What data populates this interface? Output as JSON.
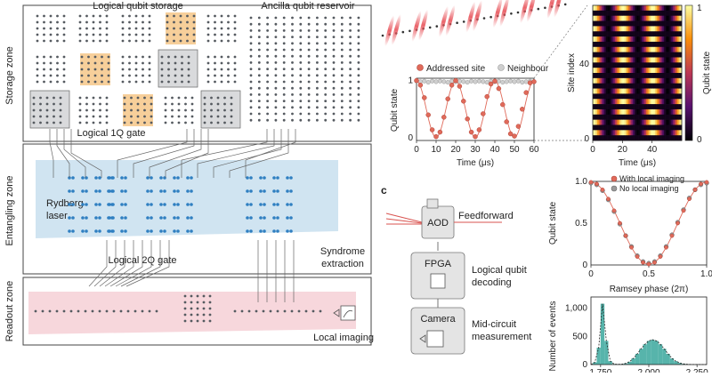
{
  "zones": {
    "storage": "Storage zone",
    "entangling": "Entangling zone",
    "readout": "Readout zone"
  },
  "storage": {
    "logical_title": "Logical qubit storage",
    "ancilla_title": "Ancilla qubit reservoir",
    "gate_1q": "Logical 1Q gate"
  },
  "entangling": {
    "laser_line1": "Rydberg",
    "laser_line2": "laser",
    "gate_2q": "Logical 2Q gate",
    "syndrome_line1": "Syndrome",
    "syndrome_line2": "extraction"
  },
  "readout": {
    "local_imaging": "Local imaging"
  },
  "panel_c": {
    "letter": "c",
    "feedforward": "Feedforward",
    "aod": "AOD",
    "fpga": "FPGA",
    "camera": "Camera",
    "decoding_line1": "Logical qubit",
    "decoding_line2": "decoding",
    "measurement_line1": "Mid-circuit",
    "measurement_line2": "measurement"
  },
  "colors": {
    "atom": "#555a60",
    "atom_blue": "#2f7fc1",
    "orange_highlight": "#f7cf9a",
    "grey_box": "#d9dadc",
    "blue_band": "#c8dfee",
    "pink_band": "#f6d3d8",
    "red_line": "#d9534f",
    "marker_red": "#e06a5a",
    "teal": "#3aa79c"
  },
  "chart_data": [
    {
      "type": "line",
      "title": "",
      "xlabel": "Time (μs)",
      "ylabel": "Qubit state",
      "xlim": [
        0,
        60
      ],
      "ylim": [
        0,
        1
      ],
      "xticks": [
        "0",
        "10",
        "20",
        "30",
        "40",
        "50",
        "60"
      ],
      "yticks": [
        "0",
        "1"
      ],
      "legend": {
        "placement": "top",
        "entries": [
          "Addressed site",
          "Neighbour"
        ]
      },
      "series": [
        {
          "name": "Addressed site",
          "x": [
            0,
            2,
            4,
            6,
            8,
            10,
            12,
            14,
            16,
            18,
            20,
            22,
            24,
            26,
            28,
            30,
            32,
            34,
            36,
            38,
            40,
            42,
            44,
            46,
            48,
            50,
            52,
            54,
            56,
            58,
            60
          ],
          "y": [
            1.0,
            0.92,
            0.7,
            0.4,
            0.14,
            0.02,
            0.1,
            0.36,
            0.68,
            0.92,
            1.0,
            0.9,
            0.64,
            0.33,
            0.1,
            0.02,
            0.14,
            0.42,
            0.72,
            0.94,
            0.99,
            0.86,
            0.58,
            0.28,
            0.07,
            0.03,
            0.2,
            0.5,
            0.79,
            0.96,
            0.98
          ]
        },
        {
          "name": "Neighbour",
          "x": [
            0,
            2,
            4,
            6,
            8,
            10,
            12,
            14,
            16,
            18,
            20,
            22,
            24,
            26,
            28,
            30,
            32,
            34,
            36,
            38,
            40,
            42,
            44,
            46,
            48,
            50,
            52,
            54,
            56,
            58,
            60
          ],
          "y": [
            0.99,
            0.98,
            0.99,
            0.97,
            0.99,
            0.98,
            0.99,
            0.98,
            0.97,
            0.99,
            0.98,
            0.99,
            0.98,
            0.97,
            0.99,
            0.98,
            0.99,
            0.98,
            0.97,
            0.99,
            0.98,
            0.99,
            0.97,
            0.98,
            0.99,
            0.98,
            0.99,
            0.97,
            0.98,
            0.99,
            0.98
          ]
        }
      ]
    },
    {
      "type": "heatmap",
      "title": "",
      "xlabel": "Time (μs)",
      "ylabel": "Site index",
      "colorbar_label": "Qubit state",
      "xticks": [
        "0",
        "20",
        "40"
      ],
      "yticks": [
        "0",
        "40"
      ],
      "colorbar_ticks": [
        "0",
        "1"
      ],
      "xlim": [
        0,
        60
      ],
      "period_us": 20
    },
    {
      "type": "line",
      "title": "",
      "xlabel": "Ramsey phase (2π)",
      "ylabel": "Qubit state",
      "xlim": [
        0,
        1
      ],
      "ylim": [
        0,
        1
      ],
      "xticks": [
        "0",
        "0.5",
        "1.0"
      ],
      "yticks": [
        "0",
        "0.5",
        "1.0"
      ],
      "legend": {
        "placement": "top-right",
        "entries": [
          "With local imaging",
          "No local imaging"
        ]
      },
      "series": [
        {
          "name": "With local imaging",
          "x": [
            0,
            0.05,
            0.1,
            0.15,
            0.2,
            0.25,
            0.3,
            0.35,
            0.4,
            0.45,
            0.5,
            0.55,
            0.6,
            0.65,
            0.7,
            0.75,
            0.8,
            0.85,
            0.9,
            0.95,
            1.0
          ],
          "y": [
            0.99,
            0.97,
            0.9,
            0.79,
            0.65,
            0.5,
            0.35,
            0.21,
            0.1,
            0.03,
            0.01,
            0.03,
            0.1,
            0.21,
            0.35,
            0.5,
            0.65,
            0.79,
            0.9,
            0.97,
            0.99
          ]
        },
        {
          "name": "No local imaging",
          "x": [
            0,
            0.05,
            0.1,
            0.15,
            0.2,
            0.25,
            0.3,
            0.35,
            0.4,
            0.45,
            0.5,
            0.55,
            0.6,
            0.65,
            0.7,
            0.75,
            0.8,
            0.85,
            0.9,
            0.95,
            1.0
          ],
          "y": [
            0.98,
            0.96,
            0.89,
            0.78,
            0.64,
            0.49,
            0.35,
            0.22,
            0.11,
            0.04,
            0.02,
            0.04,
            0.11,
            0.22,
            0.36,
            0.51,
            0.66,
            0.8,
            0.9,
            0.96,
            0.98
          ]
        }
      ]
    },
    {
      "type": "histogram",
      "title": "",
      "xlabel": "",
      "ylabel": "Number of events",
      "yticks": [
        "0",
        "500",
        "1,000"
      ],
      "xticks": [
        "1,750",
        "2,000",
        "2,250"
      ],
      "xlim": [
        1700,
        2300
      ],
      "ylim": [
        0,
        1200
      ],
      "bins_center": [
        1700,
        1720,
        1740,
        1760,
        1780,
        1800,
        1820,
        1840,
        1860,
        1880,
        1900,
        1920,
        1940,
        1960,
        1980,
        2000,
        2020,
        2040,
        2060,
        2080,
        2100,
        2120,
        2140,
        2160,
        2180,
        2200,
        2220,
        2240,
        2260,
        2280,
        2300
      ],
      "counts": [
        0,
        40,
        300,
        1080,
        420,
        60,
        10,
        5,
        8,
        20,
        50,
        110,
        190,
        280,
        360,
        420,
        440,
        420,
        360,
        280,
        190,
        110,
        60,
        30,
        12,
        5,
        2,
        1,
        0,
        0,
        0
      ]
    }
  ]
}
